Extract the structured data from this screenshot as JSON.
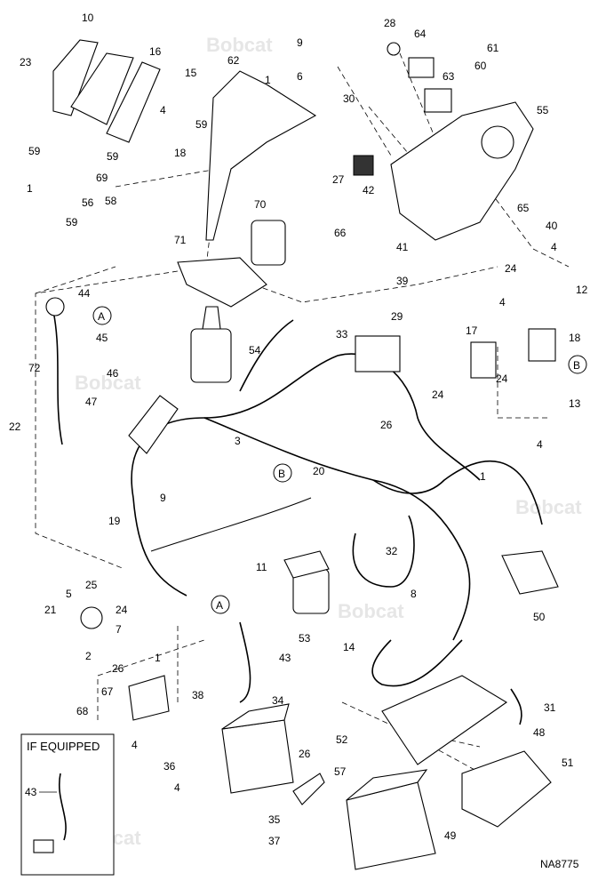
{
  "figure_id": "NA8775",
  "watermark_text": "Bobcat",
  "inset": {
    "title": "IF EQUIPPED",
    "callout": "43"
  },
  "ref_markers": [
    "A",
    "B"
  ],
  "callouts": [
    {
      "id": "c10",
      "label": "10"
    },
    {
      "id": "c16",
      "label": "16"
    },
    {
      "id": "c23",
      "label": "23"
    },
    {
      "id": "c15",
      "label": "15"
    },
    {
      "id": "c62",
      "label": "62"
    },
    {
      "id": "c1a",
      "label": "1"
    },
    {
      "id": "c9a",
      "label": "9"
    },
    {
      "id": "c6",
      "label": "6"
    },
    {
      "id": "c28",
      "label": "28"
    },
    {
      "id": "c64",
      "label": "64"
    },
    {
      "id": "c61",
      "label": "61"
    },
    {
      "id": "c60",
      "label": "60"
    },
    {
      "id": "c63",
      "label": "63"
    },
    {
      "id": "c30",
      "label": "30"
    },
    {
      "id": "c55",
      "label": "55"
    },
    {
      "id": "c4a",
      "label": "4"
    },
    {
      "id": "c59a",
      "label": "59"
    },
    {
      "id": "c59b",
      "label": "59"
    },
    {
      "id": "c18",
      "label": "18"
    },
    {
      "id": "c59c",
      "label": "59"
    },
    {
      "id": "c69",
      "label": "69"
    },
    {
      "id": "c1b",
      "label": "1"
    },
    {
      "id": "c27",
      "label": "27"
    },
    {
      "id": "c42",
      "label": "42"
    },
    {
      "id": "c56",
      "label": "56"
    },
    {
      "id": "c58",
      "label": "58"
    },
    {
      "id": "c70",
      "label": "70"
    },
    {
      "id": "c59d",
      "label": "59"
    },
    {
      "id": "c65",
      "label": "65"
    },
    {
      "id": "c71",
      "label": "71"
    },
    {
      "id": "c66",
      "label": "66"
    },
    {
      "id": "c41",
      "label": "41"
    },
    {
      "id": "c40",
      "label": "40"
    },
    {
      "id": "c4b",
      "label": "4"
    },
    {
      "id": "c24a",
      "label": "24"
    },
    {
      "id": "c39",
      "label": "39"
    },
    {
      "id": "c44",
      "label": "44"
    },
    {
      "id": "c12",
      "label": "12"
    },
    {
      "id": "c4c",
      "label": "4"
    },
    {
      "id": "c45",
      "label": "45"
    },
    {
      "id": "c29",
      "label": "29"
    },
    {
      "id": "c33",
      "label": "33"
    },
    {
      "id": "c54",
      "label": "54"
    },
    {
      "id": "c17",
      "label": "17"
    },
    {
      "id": "c18b",
      "label": "18"
    },
    {
      "id": "c72",
      "label": "72"
    },
    {
      "id": "c46",
      "label": "46"
    },
    {
      "id": "c47",
      "label": "47"
    },
    {
      "id": "c24b",
      "label": "24"
    },
    {
      "id": "c24c",
      "label": "24"
    },
    {
      "id": "c13",
      "label": "13"
    },
    {
      "id": "c22",
      "label": "22"
    },
    {
      "id": "c26a",
      "label": "26"
    },
    {
      "id": "c4d",
      "label": "4"
    },
    {
      "id": "c3",
      "label": "3"
    },
    {
      "id": "c1c",
      "label": "1"
    },
    {
      "id": "c20",
      "label": "20"
    },
    {
      "id": "c9b",
      "label": "9"
    },
    {
      "id": "c19",
      "label": "19"
    },
    {
      "id": "c32",
      "label": "32"
    },
    {
      "id": "c11",
      "label": "11"
    },
    {
      "id": "c5",
      "label": "5"
    },
    {
      "id": "c25",
      "label": "25"
    },
    {
      "id": "c21",
      "label": "21"
    },
    {
      "id": "c24d",
      "label": "24"
    },
    {
      "id": "c7",
      "label": "7"
    },
    {
      "id": "c2",
      "label": "2"
    },
    {
      "id": "c26b",
      "label": "26"
    },
    {
      "id": "c1d",
      "label": "1"
    },
    {
      "id": "c8",
      "label": "8"
    },
    {
      "id": "c50",
      "label": "50"
    },
    {
      "id": "c53",
      "label": "53"
    },
    {
      "id": "c43",
      "label": "43"
    },
    {
      "id": "c14",
      "label": "14"
    },
    {
      "id": "c67",
      "label": "67"
    },
    {
      "id": "c38",
      "label": "38"
    },
    {
      "id": "c34",
      "label": "34"
    },
    {
      "id": "c68",
      "label": "68"
    },
    {
      "id": "c31",
      "label": "31"
    },
    {
      "id": "c4e",
      "label": "4"
    },
    {
      "id": "c52",
      "label": "52"
    },
    {
      "id": "c48",
      "label": "48"
    },
    {
      "id": "c51",
      "label": "51"
    },
    {
      "id": "c26c",
      "label": "26"
    },
    {
      "id": "c57",
      "label": "57"
    },
    {
      "id": "c36",
      "label": "36"
    },
    {
      "id": "c4f",
      "label": "4"
    },
    {
      "id": "c35",
      "label": "35"
    },
    {
      "id": "c49",
      "label": "49"
    },
    {
      "id": "c37",
      "label": "37"
    }
  ]
}
